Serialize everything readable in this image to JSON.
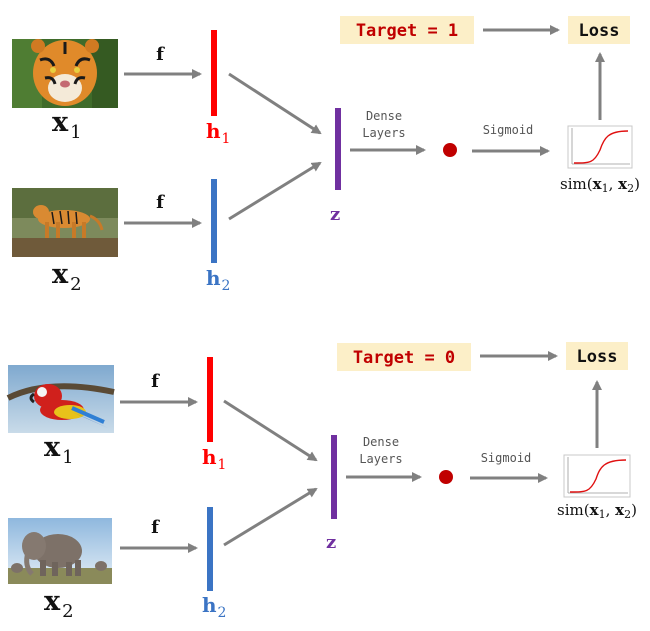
{
  "colors": {
    "arrow": "#808080",
    "h1": "#ff0000",
    "h2": "#3b74c4",
    "z": "#7030a0",
    "dot": "#c00000",
    "target_text": "#c00000",
    "badge_bg": "#fcefc8",
    "curve": "#e01010"
  },
  "icons": {
    "image1": "tiger-face-photo",
    "image2": "tiger-full-body-photo",
    "image3": "macaw-parrot-photo",
    "image4": "elephant-photo"
  },
  "panels": [
    {
      "target_label": "Target = 1",
      "loss_label": "Loss",
      "x1_label": "x",
      "x1_sub": "1",
      "x2_label": "x",
      "x2_sub": "2",
      "f1_label": "f",
      "f2_label": "f",
      "h1_label": "h",
      "h1_sub": "1",
      "h2_label": "h",
      "h2_sub": "2",
      "z_label": "z",
      "dense_line1": "Dense",
      "dense_line2": "Layers",
      "sigmoid_label": "Sigmoid",
      "sim_prefix": "sim(",
      "sim_x": "x",
      "sim_sub1": "1",
      "sim_comma": ", ",
      "sim_sub2": "2",
      "sim_suffix": ")"
    },
    {
      "target_label": "Target = 0",
      "loss_label": "Loss",
      "x1_label": "x",
      "x1_sub": "1",
      "x2_label": "x",
      "x2_sub": "2",
      "f1_label": "f",
      "f2_label": "f",
      "h1_label": "h",
      "h1_sub": "1",
      "h2_label": "h",
      "h2_sub": "2",
      "z_label": "z",
      "dense_line1": "Dense",
      "dense_line2": "Layers",
      "sigmoid_label": "Sigmoid",
      "sim_prefix": "sim(",
      "sim_x": "x",
      "sim_sub1": "1",
      "sim_comma": ", ",
      "sim_sub2": "2",
      "sim_suffix": ")"
    }
  ]
}
